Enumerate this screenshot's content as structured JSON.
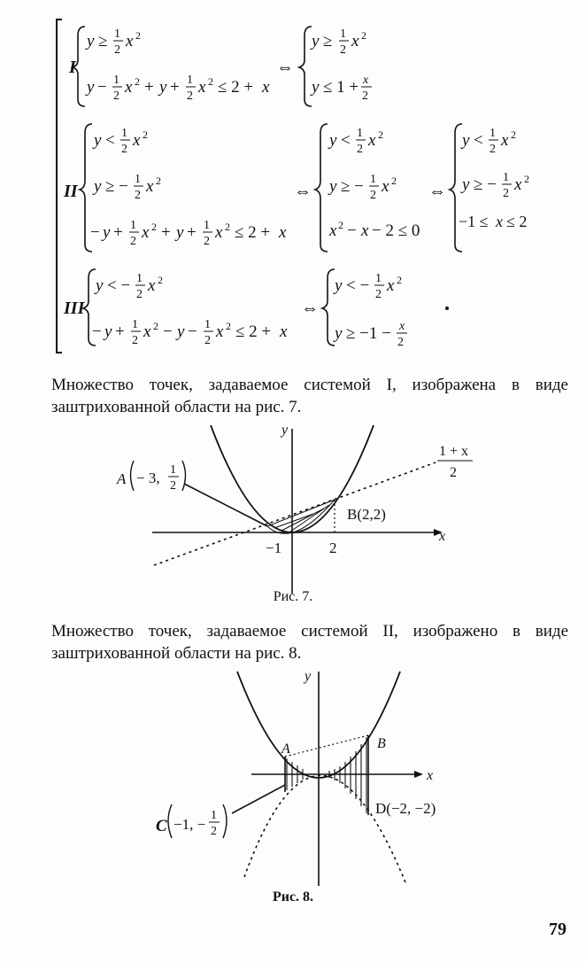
{
  "systems": {
    "I": {
      "label": "I",
      "left": [
        "y ≥ ½x²",
        "y − ½x² + y + ½x² ≤ 2 + x"
      ],
      "right": [
        "y ≥ ½x²",
        "y ≤ 1 + x/2"
      ]
    },
    "II": {
      "label": "II",
      "left": [
        "y < ½x²",
        "y ≥ −½x²",
        "−y + ½x² + y + ½x² ≤ 2 + x"
      ],
      "mid": [
        "y < ½x²",
        "y ≥ −½x²",
        "x² − x − 2 ≤ 0"
      ],
      "right": [
        "y < ½x²",
        "y ≥ −½x²",
        "−1 ≤ x ≤ 2"
      ]
    },
    "III": {
      "label": "III",
      "left": [
        "y < −½x²",
        "−y + ½x² − y − ½x² ≤ 2 + x"
      ],
      "right": [
        "y < −½x²",
        "y ≥ −1 − x/2"
      ]
    },
    "equiv": "⇔"
  },
  "paragraph1": "Множество точек, задаваемое системой I, изображена в виде заштрихованной области на рис. 7.",
  "paragraph2": "Множество точек, задаваемое системой II, изображено в виде заштрихованной области на рис. 8.",
  "figure7": {
    "caption": "Рис. 7.",
    "axis_x": "x",
    "axis_y": "y",
    "point_A": "A(−3, ½)",
    "point_B": "B(2,2)",
    "tick_minus1": "−1",
    "tick_2": "2",
    "line_label_num": "1 + x",
    "line_label_den": "2"
  },
  "figure8": {
    "caption": "Рис. 8.",
    "axis_x": "x",
    "axis_y": "y",
    "point_A": "A",
    "point_B": "B",
    "point_C": "C(−1, −½)",
    "point_D": "D(−2, −2)"
  },
  "page_number": "79"
}
